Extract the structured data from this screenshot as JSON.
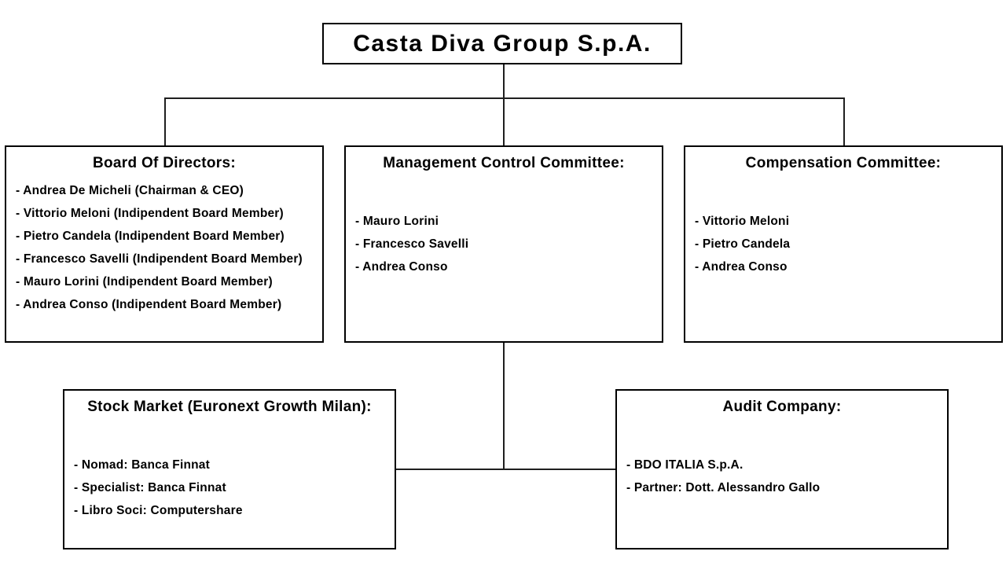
{
  "page": {
    "background_color": "#ffffff",
    "line_color": "#000000"
  },
  "root_box": {
    "title": "Casta Diva Group S.p.A."
  },
  "boxes": [
    {
      "key": "board-of-directors",
      "title": "Board Of Directors:",
      "items": [
        "- Andrea De Micheli (Chairman & CEO)",
        "- Vittorio Meloni (Indipendent Board Member)",
        "- Pietro Candela (Indipendent Board Member)",
        "- Francesco Savelli (Indipendent Board Member)",
        "- Mauro Lorini (Indipendent Board Member)",
        "- Andrea Conso (Indipendent Board Member)"
      ]
    },
    {
      "key": "management-control-committee",
      "title": "Management Control Committee:",
      "items": [
        "- Mauro Lorini",
        "- Francesco Savelli",
        "- Andrea Conso"
      ]
    },
    {
      "key": "compensation-committee",
      "title": "Compensation Committee:",
      "items": [
        "- Vittorio Meloni",
        "- Pietro Candela",
        "- Andrea Conso"
      ]
    },
    {
      "key": "stock-market",
      "title": "Stock Market (Euronext Growth Milan):",
      "items": [
        "- Nomad: Banca Finnat",
        "- Specialist: Banca Finnat",
        "- Libro Soci: Computershare"
      ]
    },
    {
      "key": "audit-company",
      "title": "Audit Company:",
      "items": [
        "- BDO ITALIA S.p.A.",
        "- Partner: Dott. Alessandro Gallo"
      ]
    }
  ]
}
